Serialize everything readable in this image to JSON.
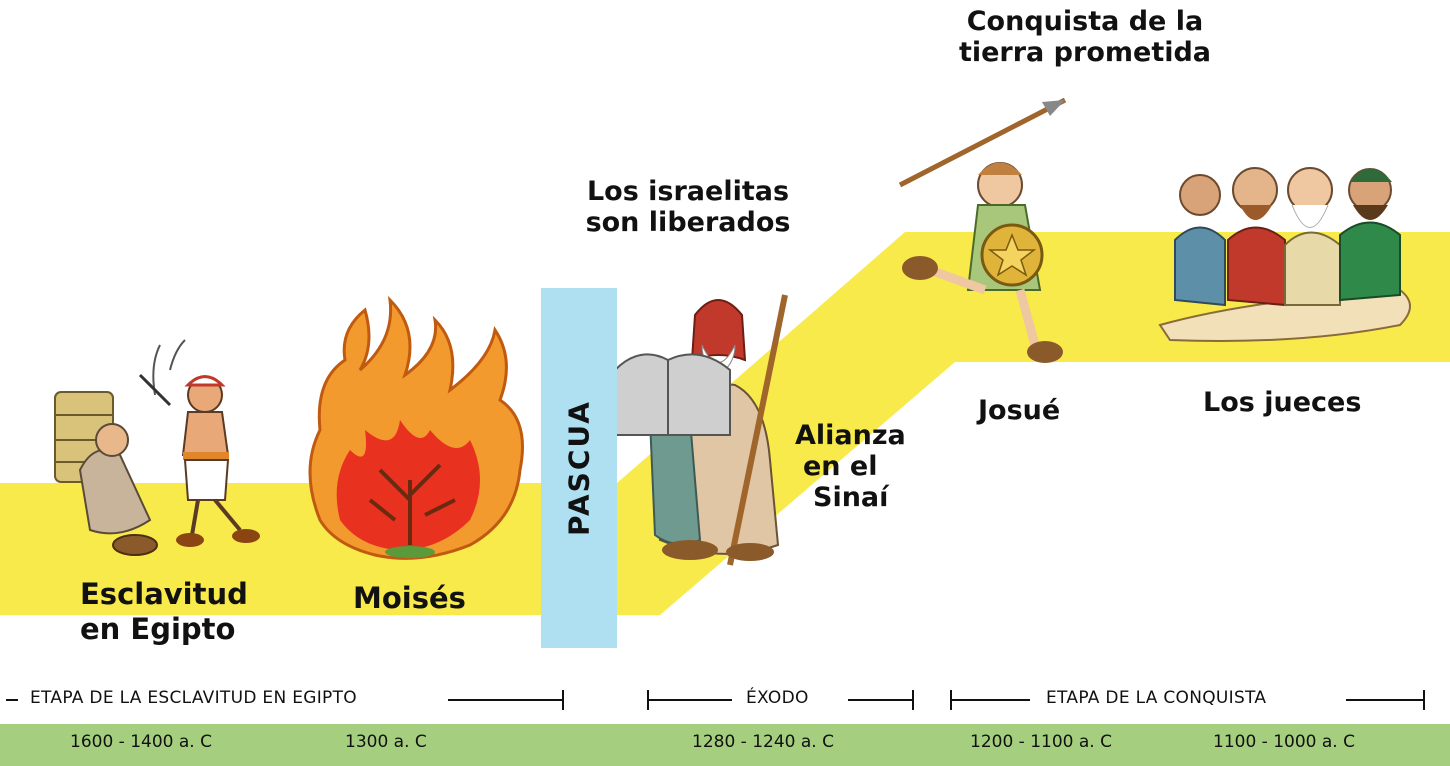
{
  "events": {
    "esclavitud": [
      "Esclavitud",
      "en Egipto"
    ],
    "moises": "Moisés",
    "pascua": "PASCUA",
    "liberados": [
      "Los israelitas",
      "son liberados"
    ],
    "alianza": [
      "Alianza",
      "en el",
      "Sinaí"
    ],
    "conquista": [
      "Conquista de la",
      "tierra prometida"
    ],
    "josue": "Josué",
    "jueces": "Los jueces"
  },
  "stages": [
    {
      "label": "ETAPA DE LA ESCLAVITUD EN EGIPTO"
    },
    {
      "label": "ÉXODO"
    },
    {
      "label": "ETAPA DE LA CONQUISTA"
    }
  ],
  "dates": [
    "1600 - 1400 a. C",
    "1300 a. C",
    "1280 - 1240 a. C",
    "1200 - 1100 a. C",
    "1100 - 1000 a. C"
  ],
  "colors": {
    "timeline_band": "#f7ea4a",
    "pascua_bar": "#aee0f2",
    "date_bar": "#a5cf7e"
  },
  "icons": [
    "slave-carrying-bricks-icon",
    "taskmaster-with-whip-icon",
    "burning-bush-icon",
    "moses-with-tablets-icon",
    "joshua-with-spear-icon",
    "judges-group-icon"
  ]
}
